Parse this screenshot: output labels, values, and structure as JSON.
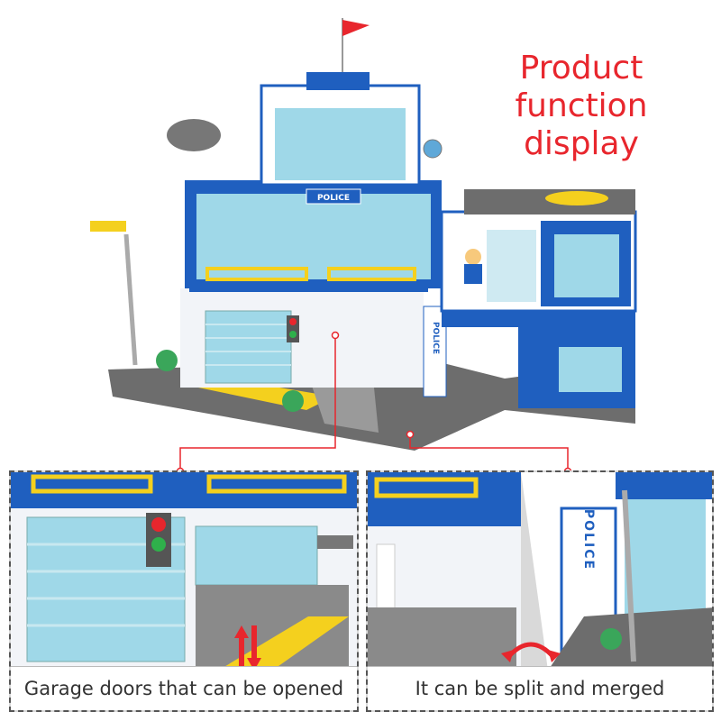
{
  "title": {
    "line1": "Product function",
    "line2": "display"
  },
  "main_image": {
    "sign": "POLICE",
    "side_sign": "POLICE"
  },
  "panels": [
    {
      "caption": "Garage doors that can be opened",
      "icon": "up-down-arrow-icon"
    },
    {
      "caption": "It can be split and merged",
      "icon": "curved-arrow-icon",
      "sign": "POLICE"
    }
  ],
  "colors": {
    "accent": "#e8262d",
    "brand_blue": "#1f5fbf",
    "yellow": "#f4d01e",
    "baseplate": "#6d6d6d"
  }
}
